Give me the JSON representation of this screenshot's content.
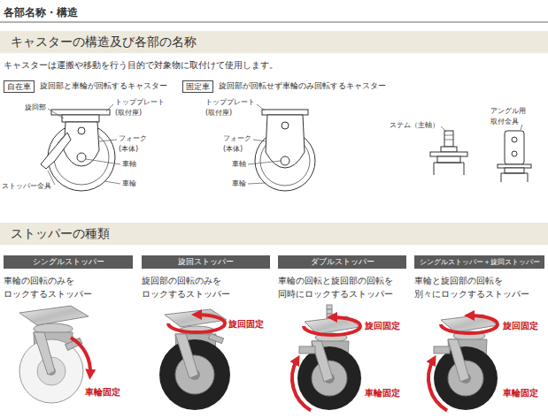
{
  "diagram": {
    "title": "各部名称・構造",
    "nodes": [
      {
        "text": [
          "キャスターの構造及び各部の名称"
        ]
      },
      {
        "text": [
          "自在車"
        ]
      },
      {
        "text": [
          "固定車"
        ]
      },
      {
        "text": [
          "ストッパーの種類"
        ]
      },
      {
        "text": [
          "シングルストッパー"
        ]
      },
      {
        "text": [
          "旋回ストッパー"
        ]
      },
      {
        "text": [
          "ダブルストッパー"
        ]
      },
      {
        "text": [
          "シングルストッパー＋旋回ストッパー"
        ]
      }
    ],
    "labels": [
      "キャスターは運搬や移動を行う目的で対象物に取付けて使用します。",
      "旋回部と車輪が回転するキャスター",
      "旋回部が回転せず車輪のみ回転するキャスター",
      "旋回部",
      "トッププレート (取付座)",
      "フォーク (本体)",
      "車軸",
      "ストッパー金具",
      "車輪",
      "トッププレート (取付座)",
      "フォーク (本体)",
      "車軸",
      "車輪",
      "ステム（主軸）",
      "アングル用 取付金具",
      "車輪の回転のみを ロックするストッパー",
      "旋回部の回転のみを ロックするストッパー",
      "車輪の回転と旋回部の回転を 同時にロックするストッパー",
      "車輪と旋回部の回転を 別々にロックするストッパー",
      "車輪固定",
      "旋回固定",
      "旋回固定",
      "車輪固定",
      "旋回固定",
      "車輪固定"
    ]
  }
}
